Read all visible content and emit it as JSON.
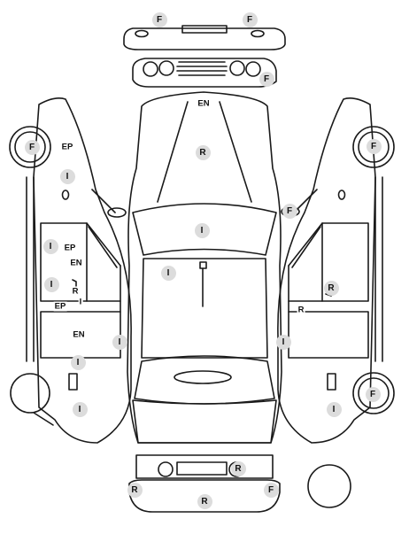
{
  "marker_colors": {
    "badge_fill": "#dcdcdc",
    "text": "#111111",
    "line": "#1a1a1a"
  },
  "markers": [
    {
      "id": "m01",
      "code": "F",
      "style": "badge"
    },
    {
      "id": "m02",
      "code": "F",
      "style": "badge"
    },
    {
      "id": "m03",
      "code": "F",
      "style": "badge"
    },
    {
      "id": "m04",
      "code": "EN",
      "style": "plain"
    },
    {
      "id": "m05",
      "code": "R",
      "style": "badge"
    },
    {
      "id": "m06",
      "code": "F",
      "style": "badge"
    },
    {
      "id": "m07",
      "code": "EP",
      "style": "plain"
    },
    {
      "id": "m08",
      "code": "I",
      "style": "badge"
    },
    {
      "id": "m09",
      "code": "F",
      "style": "badge"
    },
    {
      "id": "m10",
      "code": "F",
      "style": "badge"
    },
    {
      "id": "m11",
      "code": "I",
      "style": "badge"
    },
    {
      "id": "m12",
      "code": "I",
      "style": "badge"
    },
    {
      "id": "m13",
      "code": "EP",
      "style": "plain"
    },
    {
      "id": "m14",
      "code": "EN",
      "style": "plain"
    },
    {
      "id": "m15",
      "code": "I",
      "style": "badge"
    },
    {
      "id": "m16",
      "code": "I",
      "style": "badge"
    },
    {
      "id": "m17",
      "code": "R",
      "style": "plain"
    },
    {
      "id": "m18",
      "code": "EP",
      "style": "plain"
    },
    {
      "id": "m19",
      "code": "I",
      "style": "plain"
    },
    {
      "id": "m20",
      "code": "R",
      "style": "badge"
    },
    {
      "id": "m21",
      "code": "R",
      "style": "plain"
    },
    {
      "id": "m22",
      "code": "EN",
      "style": "plain"
    },
    {
      "id": "m23",
      "code": "I",
      "style": "badge"
    },
    {
      "id": "m24",
      "code": "I",
      "style": "badge"
    },
    {
      "id": "m25",
      "code": "I",
      "style": "badge"
    },
    {
      "id": "m26",
      "code": "I",
      "style": "badge"
    },
    {
      "id": "m27",
      "code": "F",
      "style": "badge"
    },
    {
      "id": "m28",
      "code": "I",
      "style": "badge"
    },
    {
      "id": "m29",
      "code": "R",
      "style": "badge"
    },
    {
      "id": "m30",
      "code": "R",
      "style": "badge"
    },
    {
      "id": "m31",
      "code": "F",
      "style": "badge"
    },
    {
      "id": "m32",
      "code": "R",
      "style": "badge"
    }
  ]
}
